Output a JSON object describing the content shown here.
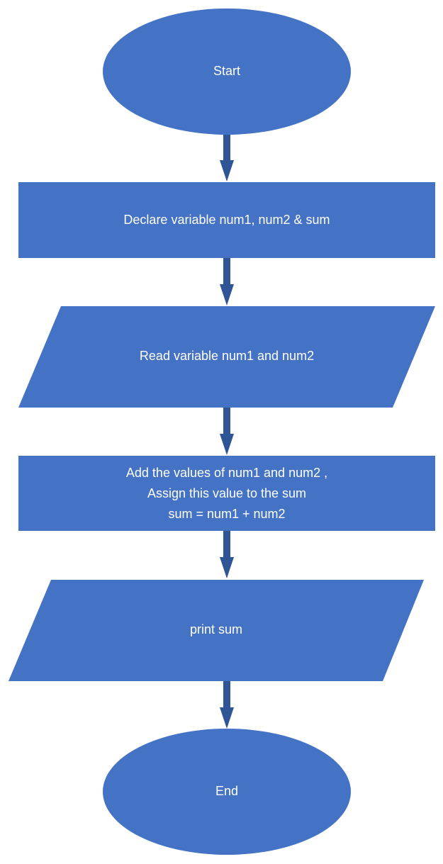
{
  "diagram": {
    "fill_color": "#4472C4",
    "arrow_color": "#2F5597",
    "nodes": [
      {
        "id": "start",
        "shape": "ellipse",
        "lines": [
          "Start"
        ]
      },
      {
        "id": "declare",
        "shape": "rectangle",
        "lines": [
          "Declare variable num1, num2 & sum"
        ]
      },
      {
        "id": "read",
        "shape": "parallelogram",
        "lines": [
          "Read variable num1 and num2"
        ]
      },
      {
        "id": "add",
        "shape": "rectangle",
        "lines": [
          "Add the values of  num1 and num2 ,",
          "Assign this value to the sum",
          "sum = num1 + num2"
        ]
      },
      {
        "id": "print",
        "shape": "parallelogram",
        "lines": [
          "print sum"
        ]
      },
      {
        "id": "end",
        "shape": "ellipse",
        "lines": [
          "End"
        ]
      }
    ],
    "edges": [
      {
        "from": "start",
        "to": "declare"
      },
      {
        "from": "declare",
        "to": "read"
      },
      {
        "from": "read",
        "to": "add"
      },
      {
        "from": "add",
        "to": "print"
      },
      {
        "from": "print",
        "to": "end"
      }
    ]
  }
}
